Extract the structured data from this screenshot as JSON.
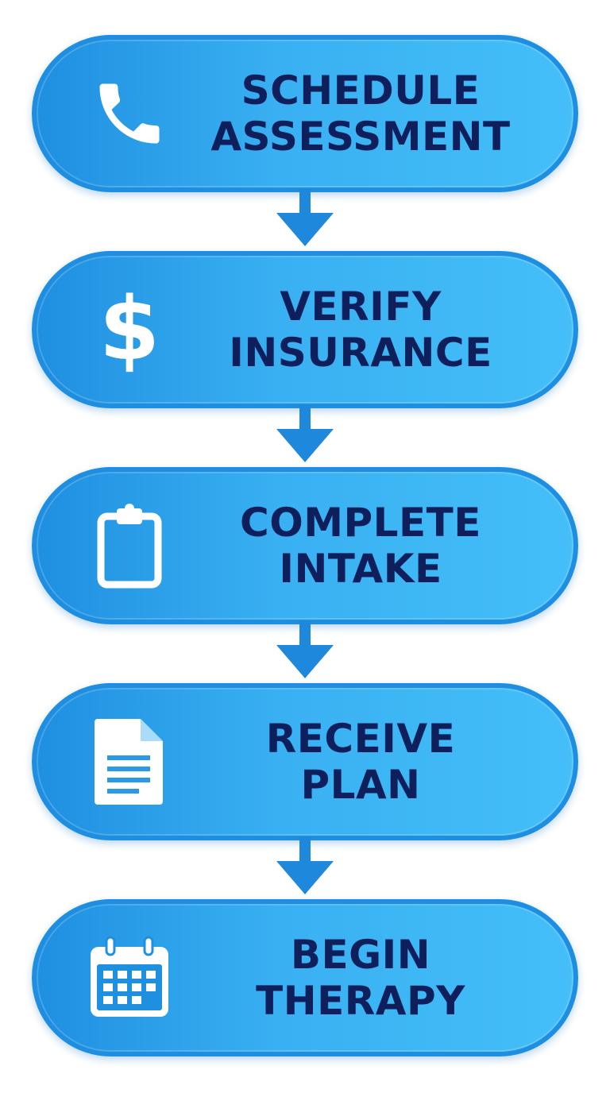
{
  "colors": {
    "pill_dark": "#1f8fe0",
    "pill_light": "#44bff8",
    "pill_border": "#1e8ee3",
    "text": "#0e1f5c",
    "icon": "#ffffff",
    "arrow": "#1e88dc"
  },
  "steps": [
    {
      "line1": "SCHEDULE",
      "line2": "ASSESSMENT",
      "icon": "phone-icon"
    },
    {
      "line1": "VERIFY",
      "line2": "INSURANCE",
      "icon": "dollar-icon"
    },
    {
      "line1": "COMPLETE",
      "line2": "INTAKE",
      "icon": "clipboard-icon"
    },
    {
      "line1": "RECEIVE",
      "line2": "PLAN",
      "icon": "document-icon"
    },
    {
      "line1": "BEGIN",
      "line2": "THERAPY",
      "icon": "calendar-icon"
    }
  ]
}
